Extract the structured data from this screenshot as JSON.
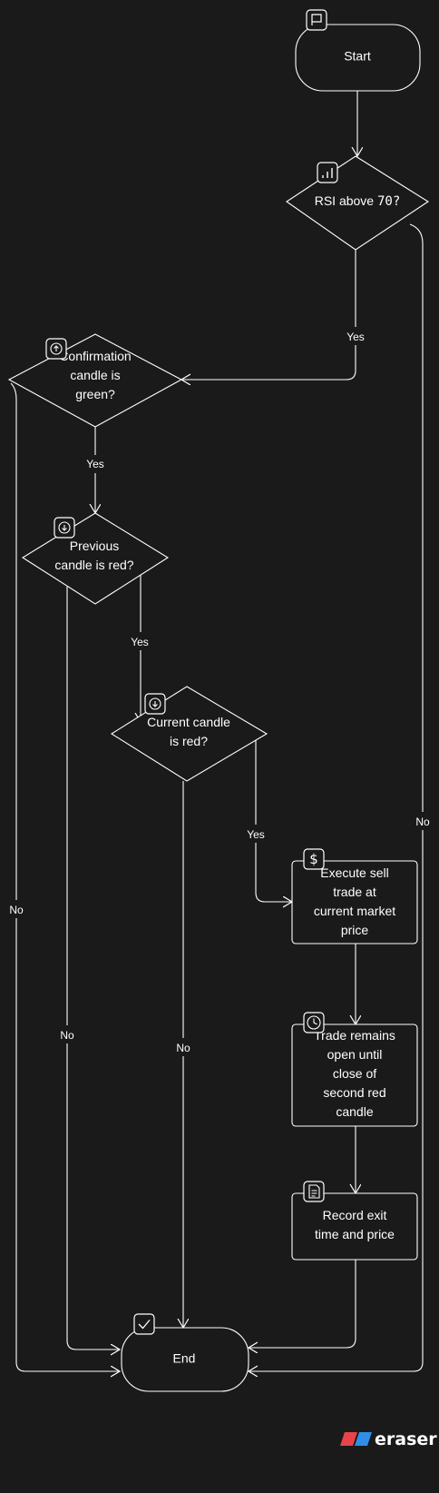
{
  "colors": {
    "background": "#1a1a1b",
    "stroke": "#ffffff",
    "brand_red": "#e8434b",
    "brand_blue": "#2f8fe8"
  },
  "nodes": {
    "start": {
      "label": "Start",
      "icon": "flag-icon"
    },
    "rsi": {
      "label_prefix": "RSI above ",
      "label_value": "70?",
      "icon": "bar-chart-icon"
    },
    "confirm": {
      "lines": [
        "Confirmation",
        "candle is",
        "green?"
      ],
      "icon": "arrow-up-circle-icon"
    },
    "previous": {
      "lines": [
        "Previous",
        "candle is red?"
      ],
      "icon": "arrow-down-circle-icon"
    },
    "current": {
      "lines": [
        "Current candle",
        "is red?"
      ],
      "icon": "arrow-down-circle-icon"
    },
    "execute": {
      "lines": [
        "Execute sell",
        "trade at",
        "current market",
        "price"
      ],
      "icon": "dollar-icon"
    },
    "remains": {
      "lines": [
        "Trade remains",
        "open until",
        "close of",
        "second red",
        "candle"
      ],
      "icon": "clock-icon"
    },
    "record": {
      "lines": [
        "Record exit",
        "time and price"
      ],
      "icon": "document-icon"
    },
    "end": {
      "label": "End",
      "icon": "check-icon"
    }
  },
  "edges": {
    "yes": "Yes",
    "no": "No"
  },
  "brand": {
    "name": "eraser"
  }
}
